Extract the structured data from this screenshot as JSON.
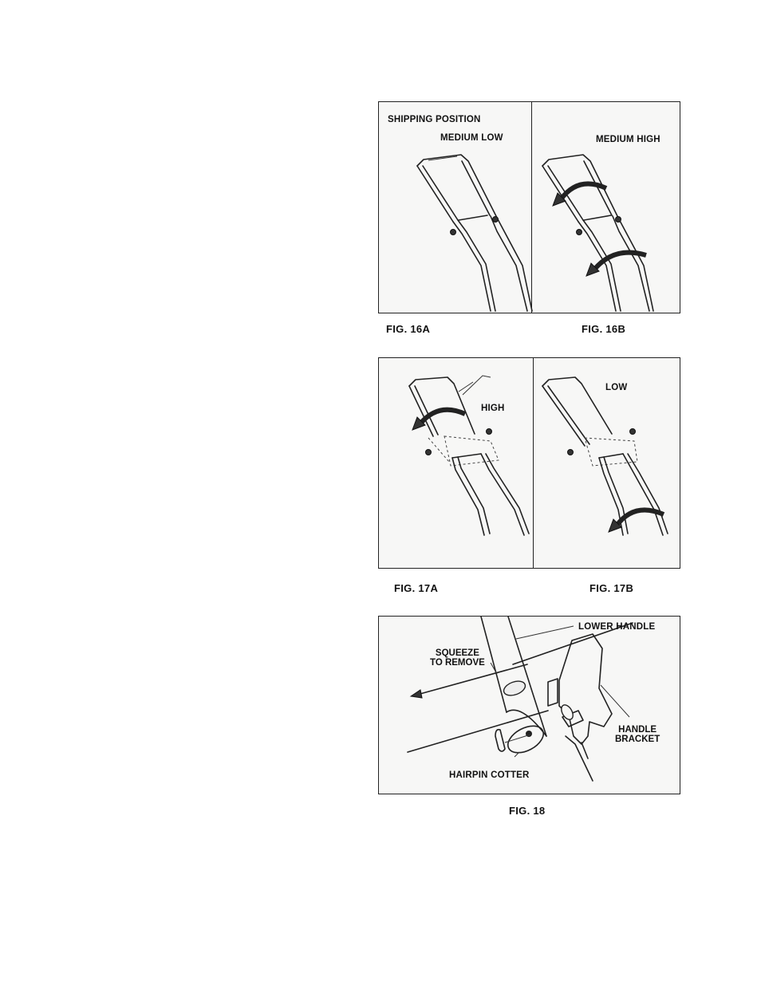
{
  "fig16": {
    "panel_a": {
      "title": "SHIPPING POSITION",
      "position_label": "MEDIUM LOW"
    },
    "panel_b": {
      "position_label": "MEDIUM HIGH"
    },
    "caption_a": "FIG. 16A",
    "caption_b": "FIG. 16B"
  },
  "fig17": {
    "panel_a": {
      "position_label": "HIGH"
    },
    "panel_b": {
      "position_label": "LOW"
    },
    "caption_a": "FIG. 17A",
    "caption_b": "FIG. 17B"
  },
  "fig18": {
    "lower_handle": "LOWER HANDLE",
    "squeeze_line1": "SQUEEZE",
    "squeeze_line2": "TO REMOVE",
    "handle_line1": "HANDLE",
    "handle_line2": "BRACKET",
    "hairpin_cotter": "HAIRPIN COTTER",
    "caption": "FIG. 18"
  }
}
